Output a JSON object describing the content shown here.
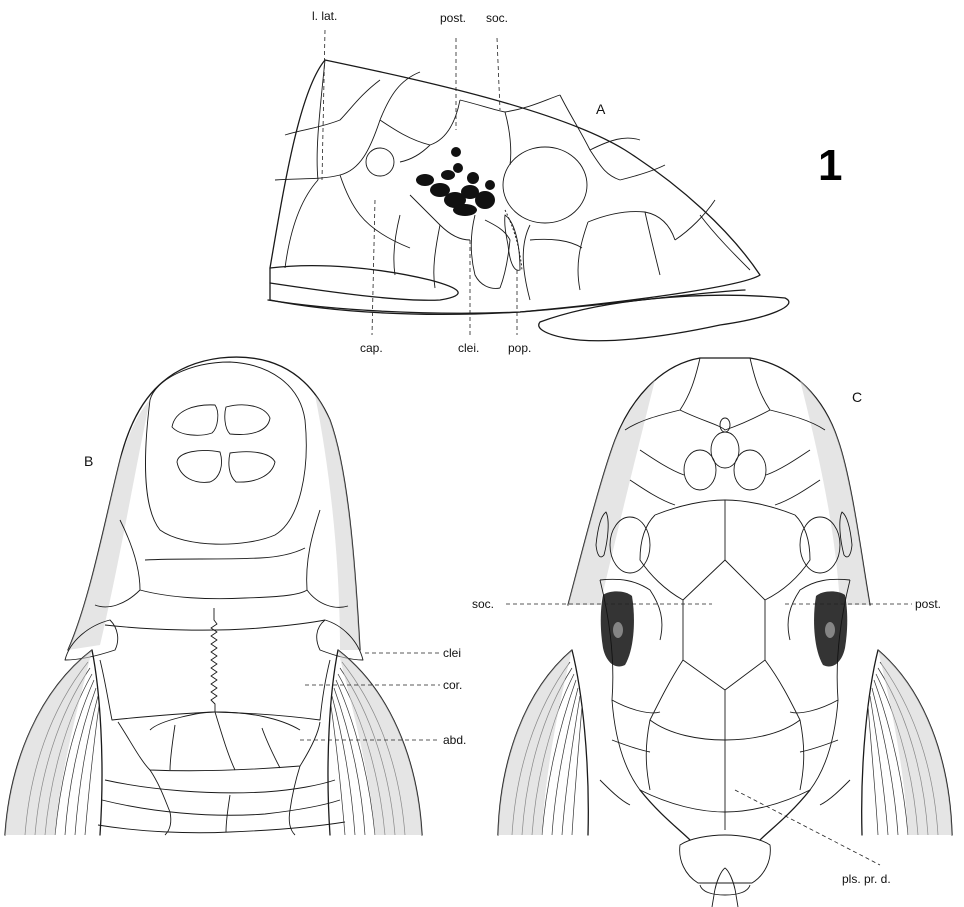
{
  "figure": {
    "number": "1",
    "panels": {
      "a": "A",
      "b": "B",
      "c": "C"
    },
    "labels": {
      "llat": "l. lat.",
      "post_a": "post.",
      "soc_a": "soc.",
      "cap": "cap.",
      "clei_a": "clei.",
      "pop": "pop.",
      "clei_b": "clei",
      "cor": "cor.",
      "abd": "abd.",
      "soc_c": "soc.",
      "post_c": "post.",
      "pls": "pls. pr. d."
    }
  }
}
